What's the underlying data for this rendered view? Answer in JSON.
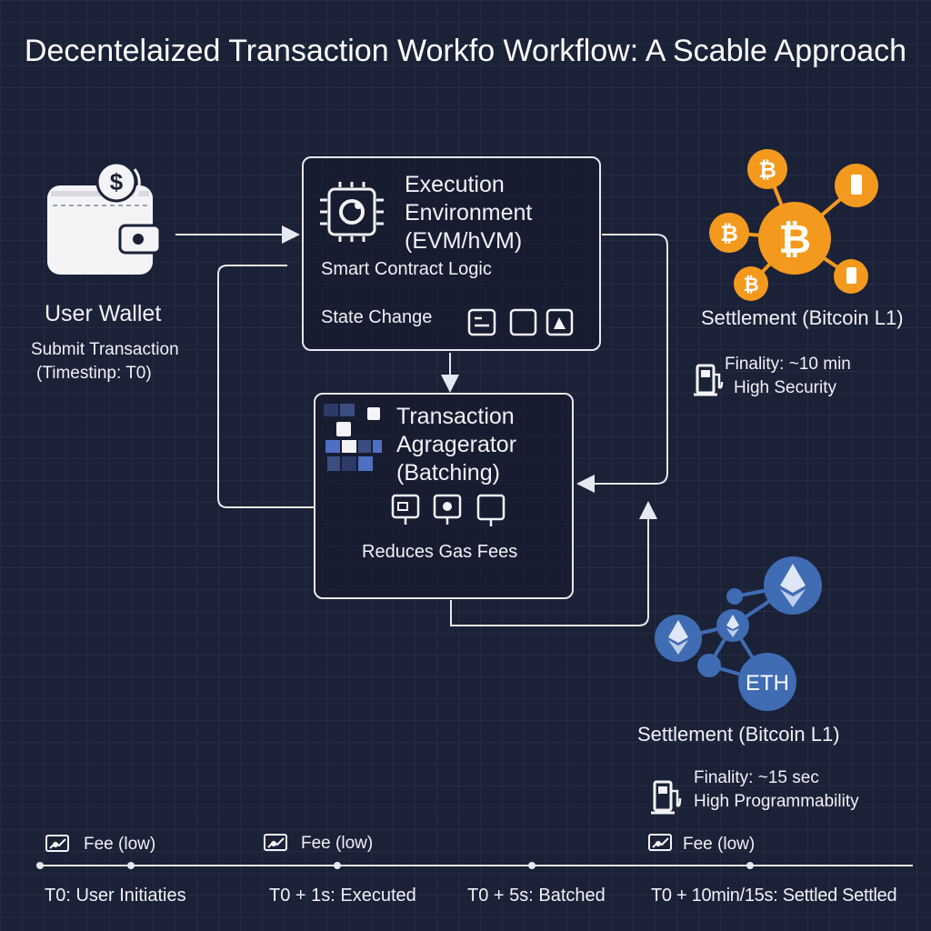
{
  "title": "Decentelaized Transaction Workfo Workflow: A Scable Approach",
  "user_wallet": {
    "label": "User Wallet",
    "line1": "Submit Transaction",
    "line2": "(Timestinp: T0)"
  },
  "execution": {
    "line1": "Execution",
    "line2": "Environment",
    "line3": "(EVM/hVM)",
    "logic": "Smart Contract Logic",
    "state": "State Change"
  },
  "aggregator": {
    "line1": "Transaction",
    "line2": "Agragerator",
    "line3": "(Batching)",
    "note": "Reduces Gas Fees"
  },
  "bitcoin": {
    "label": "Settlement (Bitcoin L1)",
    "finality": "Finality: ~10 min",
    "security": "High Security"
  },
  "eth": {
    "node_label": "ETH",
    "label": "Settlement (Bitcoin L1)",
    "finality": "Finality: ~15 sec",
    "programmability": "High Programmability"
  },
  "timeline": {
    "fee_labels": [
      "Fee (low)",
      "Fee (low)",
      "Fee (low)"
    ],
    "steps": [
      "T0: User Initiaties",
      "T0 + 1s: Executed",
      "T0 + 5s: Batched",
      "T0 + 10min/15s: Settled Settled"
    ]
  },
  "colors": {
    "background": "#1b2137",
    "bitcoin": "#f39a1e",
    "ethereum": "#3f6cb3",
    "line": "#e6e9ef"
  }
}
